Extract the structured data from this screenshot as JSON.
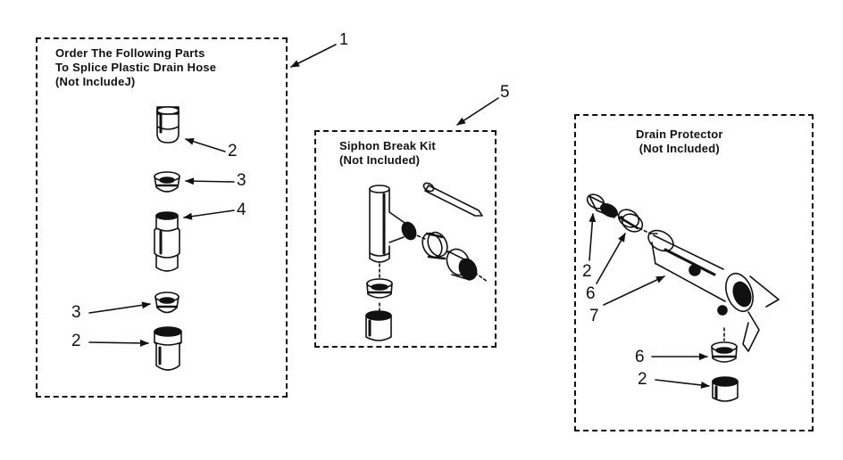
{
  "kits": {
    "splice": {
      "line1": "Order The Following Parts",
      "line2": "To Splice Plastic Drain Hose",
      "line3": "(Not IncludeJ)",
      "ref": "1"
    },
    "siphon": {
      "line1": "Siphon Break Kit",
      "line2": "(Not Included)",
      "ref": "5"
    },
    "drain": {
      "line1": "Drain Protector",
      "line2": "(Not Included)"
    }
  },
  "callouts": {
    "splice_top_coupling": "2",
    "splice_top_clamp": "3",
    "splice_connector": "4",
    "splice_bottom_clamp": "3",
    "splice_bottom_coupling": "2",
    "drain_coupling_left": "2",
    "drain_clamp_left": "6",
    "drain_body": "7",
    "drain_clamp_bottom": "6",
    "drain_coupling_bottom": "2"
  }
}
